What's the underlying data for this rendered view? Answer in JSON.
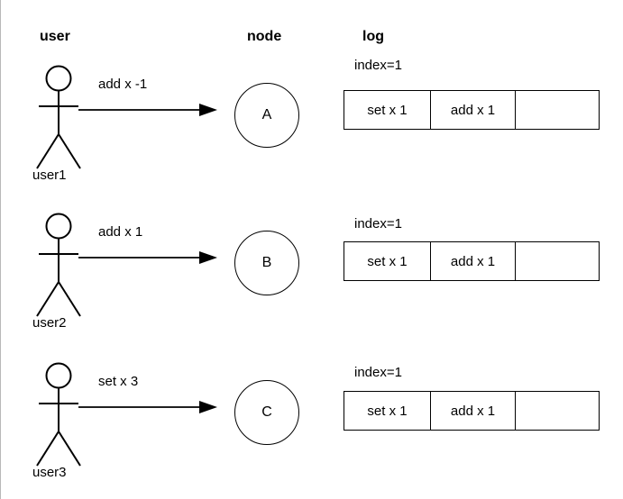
{
  "diagram": {
    "title_columns": {
      "user": "user",
      "node": "node",
      "log": "log"
    },
    "rows": [
      {
        "actor_label": "user1",
        "edge_label": "add x -1",
        "node_label": "A",
        "index_label": "index=1",
        "log_cells": [
          "set x 1",
          "add x 1",
          ""
        ]
      },
      {
        "actor_label": "user2",
        "edge_label": "add x 1",
        "node_label": "B",
        "index_label": "index=1",
        "log_cells": [
          "set x 1",
          "add x 1",
          ""
        ]
      },
      {
        "actor_label": "user3",
        "edge_label": "set x 3",
        "node_label": "C",
        "index_label": "index=1",
        "log_cells": [
          "set x 1",
          "add x 1",
          ""
        ]
      }
    ],
    "colors": {
      "stroke": "#000000",
      "background": "#ffffff",
      "text": "#000000"
    }
  }
}
